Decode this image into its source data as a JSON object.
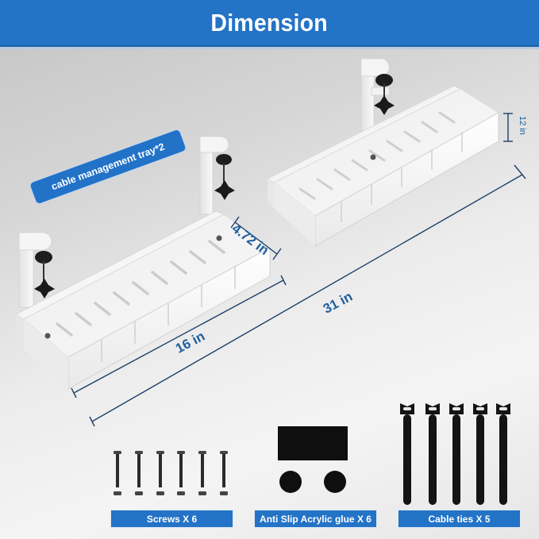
{
  "header": {
    "title": "Dimension"
  },
  "product_tag": {
    "label": "cable management tray*2"
  },
  "dimensions": {
    "width": "4.72 in",
    "tray_length": "16 in",
    "extended_length": "31 in",
    "height": "12 in"
  },
  "accessories": [
    {
      "label": "Screws X 6",
      "count": 6,
      "icon": "screw-icon"
    },
    {
      "label": "Anti Slip Acrylic glue X 6",
      "count": 6,
      "icon": "adhesive-pad-icon"
    },
    {
      "label": "Cable ties X 5",
      "count": 5,
      "icon": "cable-tie-icon"
    }
  ],
  "colors": {
    "brand_blue": "#2373c6",
    "dimension_text": "#1f5e9e",
    "dimension_line": "#1b3f66",
    "tray_white": "#f7f7f7",
    "accessory_black": "#141414"
  }
}
